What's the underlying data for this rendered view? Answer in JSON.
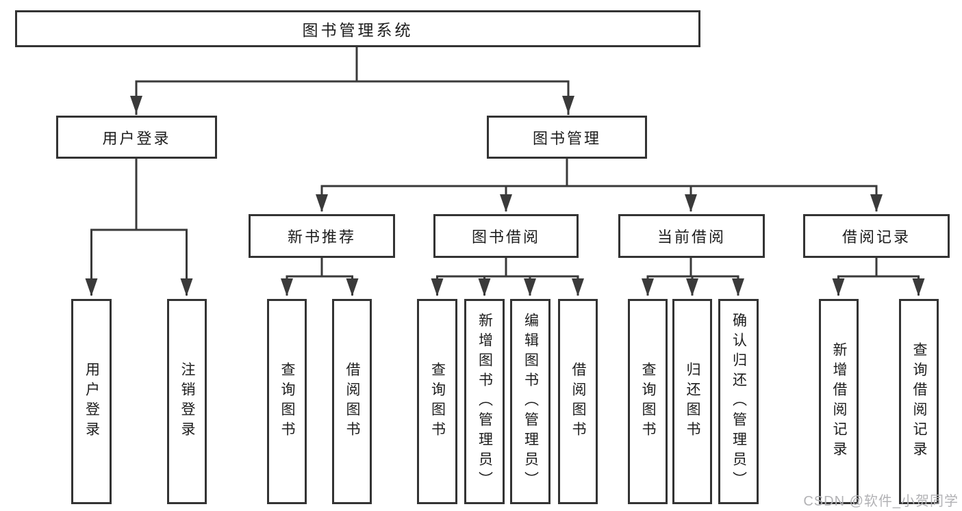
{
  "diagram": {
    "root": {
      "label": "图书管理系统"
    },
    "level1": [
      {
        "label": "用户登录"
      },
      {
        "label": "图书管理"
      }
    ],
    "level2": [
      {
        "label": "新书推荐"
      },
      {
        "label": "图书借阅"
      },
      {
        "label": "当前借阅"
      },
      {
        "label": "借阅记录"
      }
    ],
    "leaves": {
      "user_login": [
        {
          "label": "用户登录"
        },
        {
          "label": "注销登录"
        }
      ],
      "new_book_recommend": [
        {
          "label": "查询图书"
        },
        {
          "label": "借阅图书"
        }
      ],
      "book_borrow": [
        {
          "label": "查询图书"
        },
        {
          "label": "新增图书（管理员）"
        },
        {
          "label": "编辑图书（管理员）"
        },
        {
          "label": "借阅图书"
        }
      ],
      "current_borrow": [
        {
          "label": "查询图书"
        },
        {
          "label": "归还图书"
        },
        {
          "label": "确认归还（管理员）"
        }
      ],
      "borrow_record": [
        {
          "label": "新增借阅记录"
        },
        {
          "label": "查询借阅记录"
        }
      ]
    },
    "watermark": "CSDN @软件_小贺同学",
    "colors": {
      "line": "#3a3a3a",
      "border": "#333333",
      "text": "#1d1d1d",
      "watermark": "#b2b2b5",
      "background": "#ffffff"
    }
  }
}
